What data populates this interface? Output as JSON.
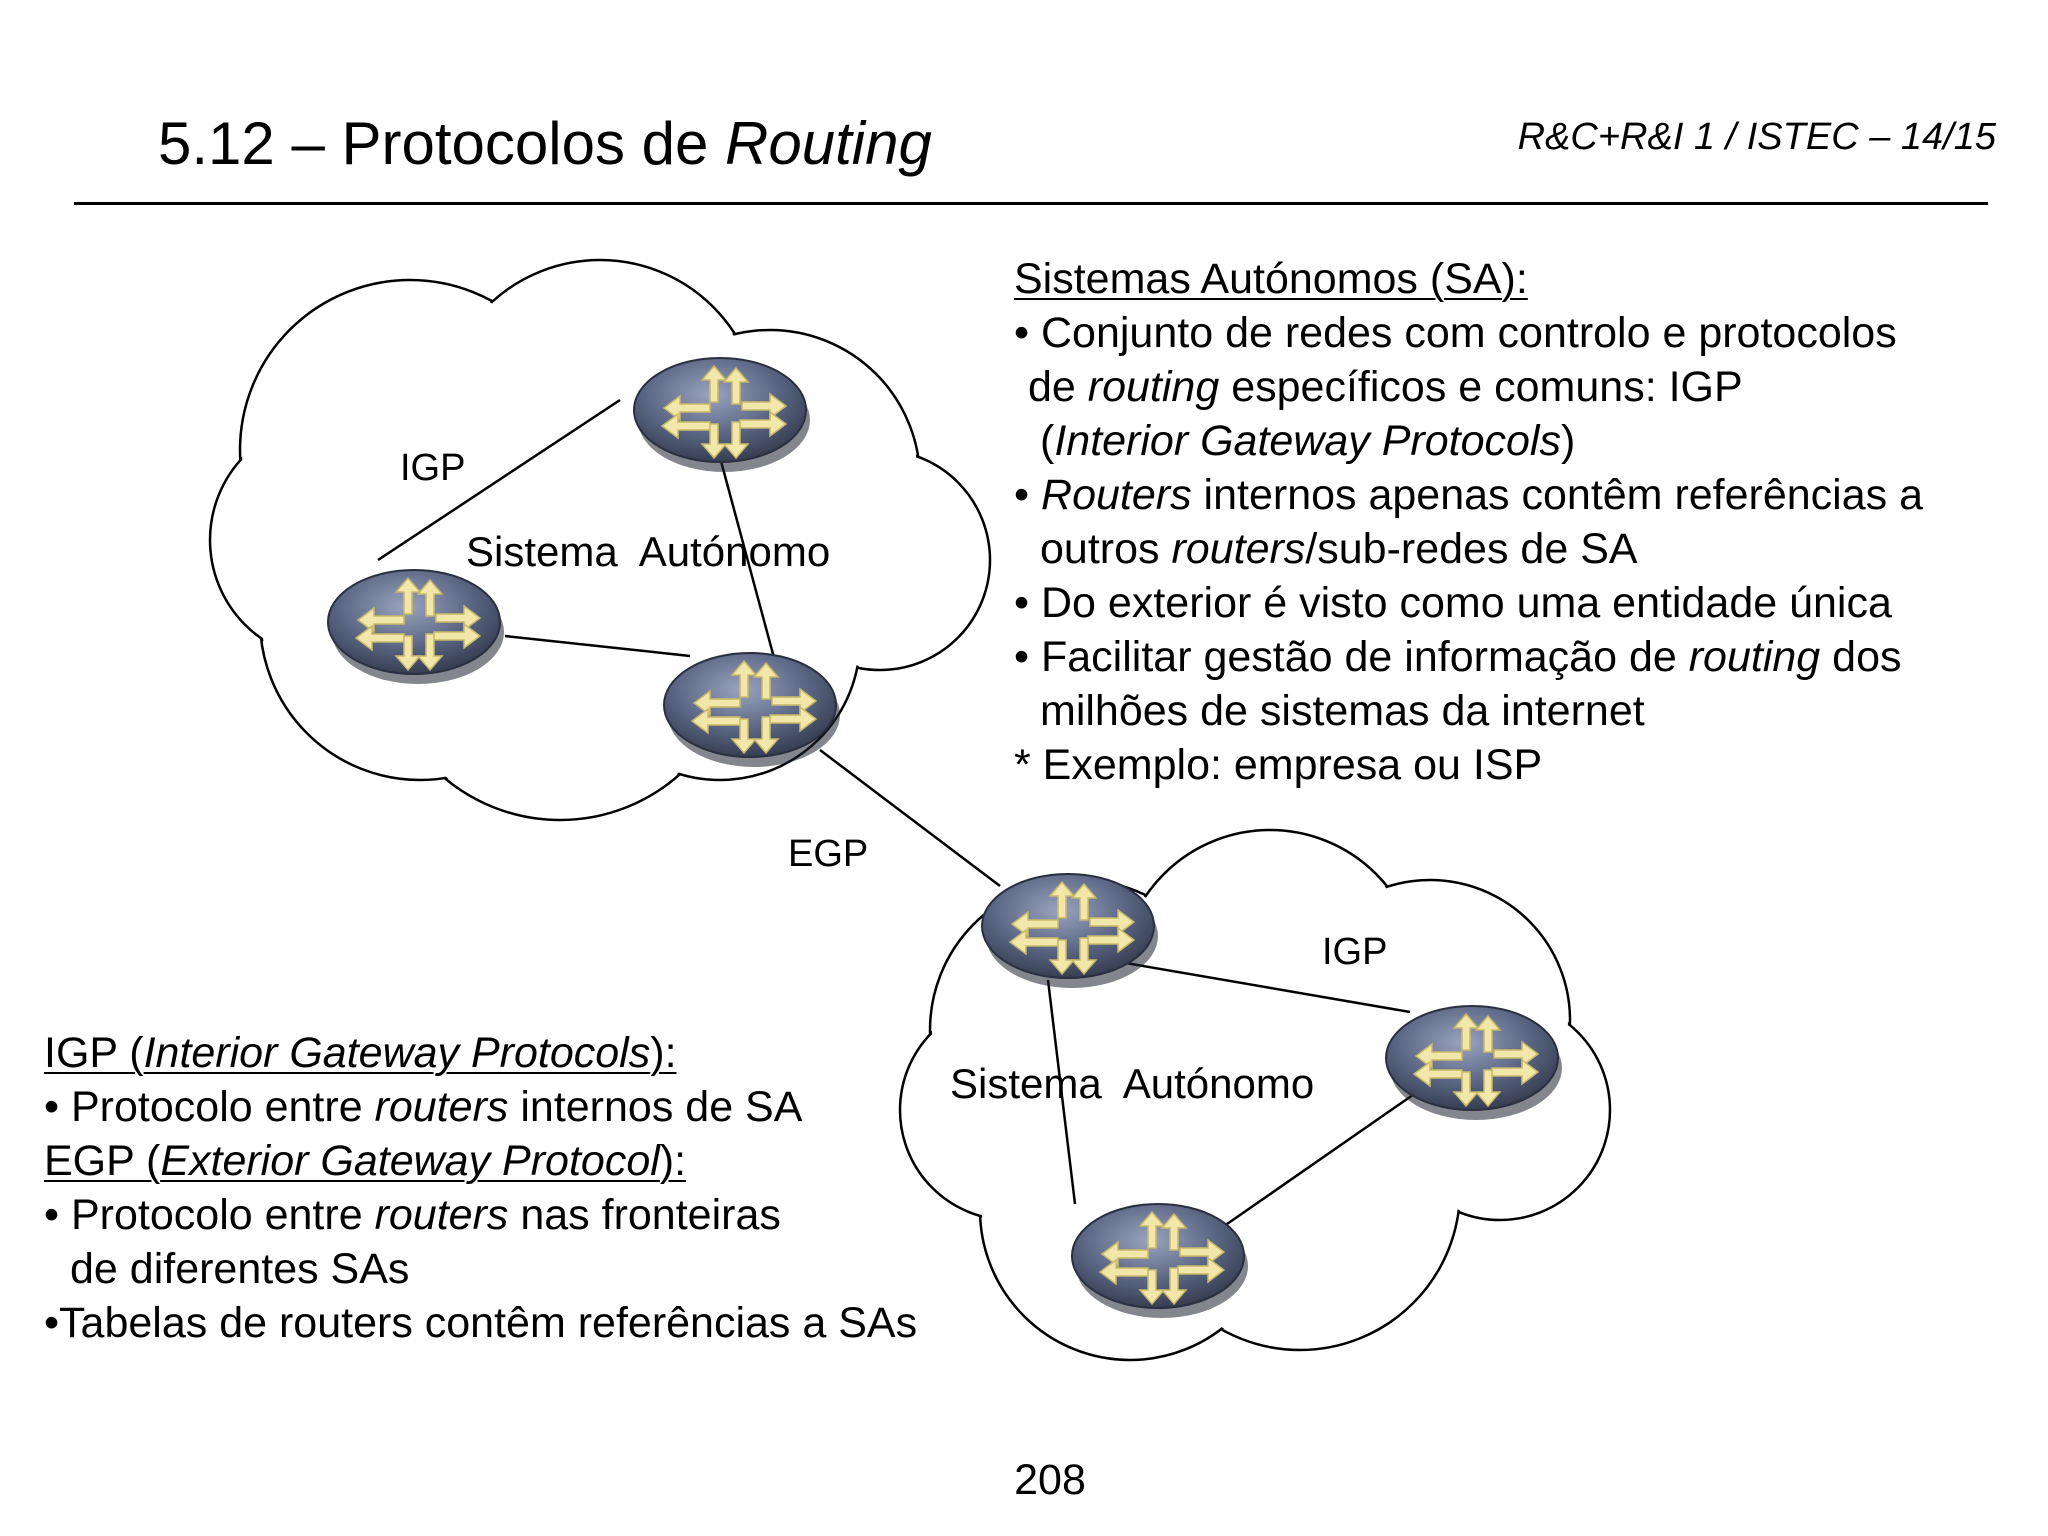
{
  "header": {
    "title_prefix": "5.12 – Protocolos de ",
    "title_italic": "Routing",
    "course": "R&C+R&I 1 / ISTEC – 14/15"
  },
  "diagram": {
    "label_igp_top": "IGP",
    "label_sa_top": "Sistema  Autónomo",
    "label_egp": "EGP",
    "label_igp_bottom": "IGP",
    "label_sa_bottom": "Sistema  Autónomo",
    "router_icon": "router-icon",
    "router_color": "#5a6683",
    "arrow_color": "#f2e6a8"
  },
  "sa_block": {
    "heading": "Sistemas Autónomos (SA):",
    "l1": "• Conjunto de redes com controlo e protocolos",
    "l2_a": "de ",
    "l2_i": "routing",
    "l2_b": " específicos e comuns: IGP",
    "l3_a": "(",
    "l3_i": "Interior Gateway Protocols",
    "l3_b": ")",
    "l4_a": "• ",
    "l4_i": "Routers",
    "l4_b": " internos apenas contêm referências a",
    "l5_a": "outros ",
    "l5_i": "routers",
    "l5_b": "/sub-redes de SA",
    "l6": "• Do exterior é visto como uma entidade única",
    "l7_a": "• Facilitar gestão de informação de ",
    "l7_i": "routing",
    "l7_b": " dos",
    "l8": "milhões de sistemas da internet",
    "l9": "* Exemplo: empresa ou ISP"
  },
  "igp_block": {
    "h1_a": "IGP (",
    "h1_i": "Interior Gateway Protocols",
    "h1_b": "):",
    "l1_a": "• Protocolo entre ",
    "l1_i": "routers",
    "l1_b": " internos de SA",
    "h2_a": "EGP (",
    "h2_i": "Exterior Gateway Protocol",
    "h2_b": "):",
    "l2_a": "• Protocolo entre ",
    "l2_i": "routers",
    "l2_b": " nas fronteiras",
    "l3": "de diferentes SAs",
    "l4": "•Tabelas de routers contêm referências a SAs"
  },
  "footer": {
    "page_number": "208"
  }
}
